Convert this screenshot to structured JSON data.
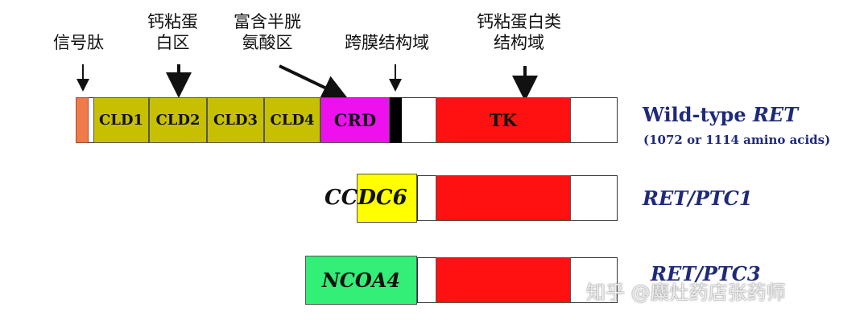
{
  "labels": {
    "signal_peptide": "信号肽",
    "cadherin_domain": [
      "钙粘蛋",
      "白区"
    ],
    "cysteine_rich": [
      "富含半胱",
      "氨酸区"
    ],
    "transmembrane": "跨膜结构域",
    "tk_domain": [
      "钙粘蛋白类",
      "结构域"
    ]
  },
  "wildtype": {
    "segments": [
      "CLD1",
      "CLD2",
      "CLD3",
      "CLD4",
      "CRD",
      "TK"
    ],
    "name_prefix": "Wild-type ",
    "name_italic": "RET",
    "subtitle": "(1072 or 1114 amino acids)"
  },
  "ptc1": {
    "partner": "CCDC6",
    "name": "RET/PTC1"
  },
  "ptc3": {
    "partner": "NCOA4",
    "name": "RET/PTC3"
  },
  "watermark": "知乎 @麋灶药店张药师",
  "colors": {
    "signal": "#f07a4a",
    "cld": "#c6c000",
    "crd": "#ee11ee",
    "tm": "#000000",
    "tk": "#ff1111",
    "ccdc6": "#ffff00",
    "ncoa4": "#33ee77",
    "name_text": "#1f2a7a"
  }
}
